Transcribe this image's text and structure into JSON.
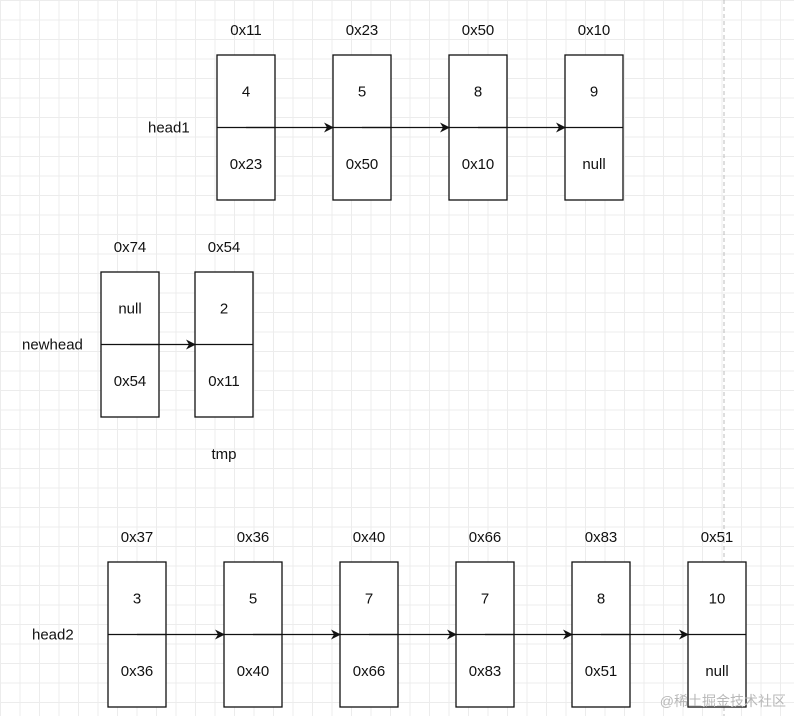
{
  "lists": [
    {
      "label": "head1",
      "nodes": [
        {
          "address": "0x11",
          "value": "4",
          "next": "0x23"
        },
        {
          "address": "0x23",
          "value": "5",
          "next": "0x50"
        },
        {
          "address": "0x50",
          "value": "8",
          "next": "0x10"
        },
        {
          "address": "0x10",
          "value": "9",
          "next": "null"
        }
      ]
    },
    {
      "label": "newhead",
      "nodes": [
        {
          "address": "0x74",
          "value": "null",
          "next": "0x54"
        },
        {
          "address": "0x54",
          "value": "2",
          "next": "0x11"
        }
      ],
      "note": "tmp"
    },
    {
      "label": "head2",
      "nodes": [
        {
          "address": "0x37",
          "value": "3",
          "next": "0x36"
        },
        {
          "address": "0x36",
          "value": "5",
          "next": "0x40"
        },
        {
          "address": "0x40",
          "value": "7",
          "next": "0x66"
        },
        {
          "address": "0x66",
          "value": "7",
          "next": "0x83"
        },
        {
          "address": "0x83",
          "value": "8",
          "next": "0x51"
        },
        {
          "address": "0x51",
          "value": "10",
          "next": "null"
        }
      ]
    }
  ],
  "watermark": "@稀土掘金技术社区"
}
